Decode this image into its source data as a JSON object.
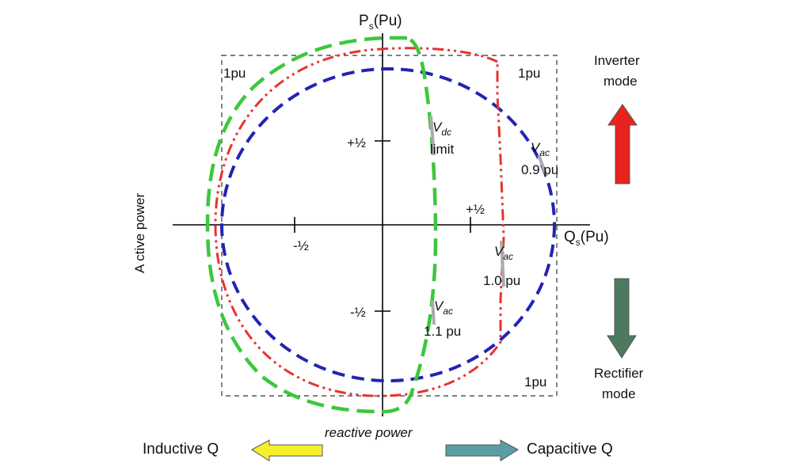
{
  "axes": {
    "y_title": "P",
    "y_title_sub": "s",
    "y_title_suffix": "(Pu)",
    "x_title": "Q",
    "x_title_sub": "s",
    "x_title_suffix": "(Pu)",
    "side_label": "A ctive power",
    "bottom_label": "reactive power",
    "tick_pos_y": "+½",
    "tick_neg_y": "-½",
    "tick_pos_x": "+½",
    "tick_neg_x": "-½"
  },
  "box_labels": {
    "top_left": "1pu",
    "top_right": "1pu",
    "bottom_right": "1pu"
  },
  "annotations": {
    "vdc_v": "V",
    "vdc_sub": "dc",
    "vdc_text": "limit",
    "vac09_v": "V",
    "vac09_sub": "ac",
    "vac09_text": "0.9 pu",
    "vac10_v": "V",
    "vac10_sub": "ac",
    "vac10_text": "1.0 pu",
    "vac11_v": "V",
    "vac11_sub": "ac",
    "vac11_text": "1.1 pu"
  },
  "modes": {
    "inverter_line1": "Inverter",
    "inverter_line2": "mode",
    "rectifier_line1": "Rectifier",
    "rectifier_line2": "mode",
    "inductive": "Inductive Q",
    "capacitive": "Capacitive Q"
  },
  "colors": {
    "blue_curve": "#2323b4",
    "red_curve": "#e8322e",
    "green_curve": "#3cc73c",
    "inverter_arrow": "#e8231e",
    "rectifier_arrow": "#4b7a5e",
    "inductive_arrow": "#f5f02a",
    "capacitive_arrow": "#5a9ea4"
  }
}
